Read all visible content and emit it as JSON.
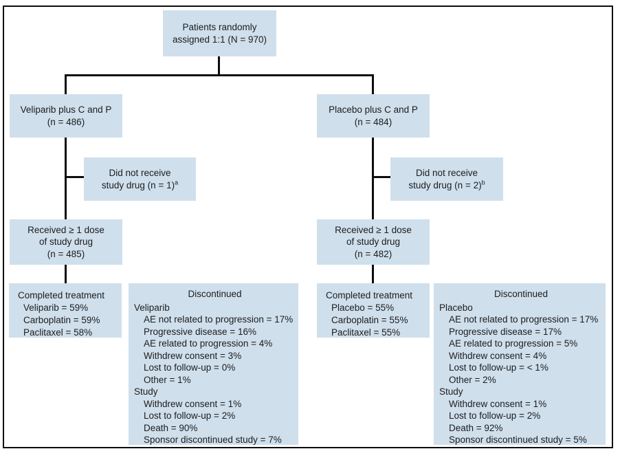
{
  "figure": {
    "colors": {
      "box_fill": "#cfdfec",
      "line": "#0d0d0d",
      "text": "#1c1c1c",
      "background": "#ffffff"
    },
    "root_box": {
      "line1": "Patients randomly",
      "line2": "assigned 1:1 (N = 970)"
    },
    "arms": [
      {
        "key": "veliparib",
        "assigned": {
          "line1": "Veliparib plus C and P",
          "line2": "(n = 486)"
        },
        "not_received": {
          "line1": "Did not receive",
          "line2": "study drug (n = 1)",
          "footnote_mark": "a"
        },
        "received": {
          "line1": "Received ≥ 1 dose",
          "line2": "of study drug",
          "line3": "(n = 485)"
        },
        "completed": {
          "title": "Completed treatment",
          "items": [
            "Veliparib = 59%",
            "Carboplatin = 59%",
            "Paclitaxel = 58%"
          ]
        },
        "discontinued": {
          "title": "Discontinued",
          "sections": [
            {
              "header": "Veliparib",
              "items": [
                "AE not related to progression = 17%",
                "Progressive disease = 16%",
                "AE related to progression = 4%",
                "Withdrew consent = 3%",
                "Lost to follow-up = 0%",
                "Other = 1%"
              ]
            },
            {
              "header": "Study",
              "items": [
                "Withdrew consent = 1%",
                "Lost to follow-up = 2%",
                "Death = 90%",
                "Sponsor discontinued study = 7%"
              ]
            }
          ]
        }
      },
      {
        "key": "placebo",
        "assigned": {
          "line1": "Placebo plus C and P",
          "line2": "(n = 484)"
        },
        "not_received": {
          "line1": "Did not receive",
          "line2": "study drug (n = 2)",
          "footnote_mark": "b"
        },
        "received": {
          "line1": "Received ≥ 1 dose",
          "line2": "of study drug",
          "line3": "(n = 482)"
        },
        "completed": {
          "title": "Completed treatment",
          "items": [
            "Placebo = 55%",
            "Carboplatin = 55%",
            "Paclitaxel = 55%"
          ]
        },
        "discontinued": {
          "title": "Discontinued",
          "sections": [
            {
              "header": "Placebo",
              "items": [
                "AE not related to progression = 17%",
                "Progressive disease = 17%",
                "AE related to progression = 5%",
                "Withdrew consent = 4%",
                "Lost to follow-up = < 1%",
                "Other = 2%"
              ]
            },
            {
              "header": "Study",
              "items": [
                "Withdrew consent = 1%",
                "Lost to follow-up = 2%",
                "Death = 92%",
                "Sponsor discontinued study = 5%"
              ]
            }
          ]
        }
      }
    ]
  }
}
